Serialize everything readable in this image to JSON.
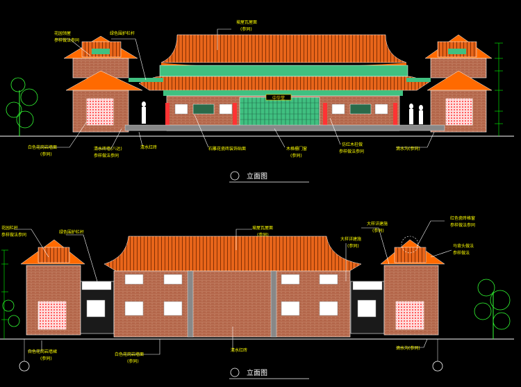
{
  "colors": {
    "background": "#000000",
    "roof": "#e8651a",
    "brick": "#b3664a",
    "lattice": "#ff4444",
    "door": "#40c080",
    "tree": "#33ff33",
    "ground": "#ffffff",
    "dimension": "#00ff00"
  },
  "top_elevation": {
    "title": "立面图",
    "plaque": "中华堂",
    "labels": {
      "main_roof": "坡屋瓦屋面",
      "main_roof_sub": "(参同)",
      "left_roof": "花园领屋",
      "left_roof_sub": "参样做法参同",
      "railing": "绿色围护栏杆",
      "wall_color": "白色花岗岩墙面",
      "wall_color_sub": "(参同)",
      "brick_wall": "清水砖墙(八达)",
      "brick_wall_sub": "参样做法参同",
      "red_brick": "清水红砖",
      "tile_deco": "石雕花瓷砖装饰贴面",
      "wood_door": "木格栅门窗",
      "wood_door_sub": "(参同)",
      "column": "仿红木柱做",
      "column_sub": "参样做法参同",
      "drain": "滴水沟(参同)"
    }
  },
  "bottom_elevation": {
    "title": "立面图",
    "labels": {
      "main_roof": "坡屋瓦屋面",
      "main_roof_sub": "(参同)",
      "flower_railing": "花园栏杆",
      "flower_railing_sub": "参样做法参同",
      "green_railing": "绿色围护栏杆",
      "stone_shutter": "大样详建施",
      "stone_shutter_sub": "(参同)",
      "detail": "大样详建施",
      "detail_sub": "(参同)",
      "red_tile": "红色瓷砖格窗",
      "red_tile_sub": "参样做法参同",
      "hip_roof": "马背头做法",
      "hip_roof_sub": "参样做法",
      "stone_base": "白色花岗岩墙裙",
      "stone_base_sub": "(参同)",
      "wall_color": "白色花岗岩墙面",
      "wall_color_sub": "(参同)",
      "red_brick": "清水红砖",
      "drain": "滴水沟(参同)"
    }
  }
}
